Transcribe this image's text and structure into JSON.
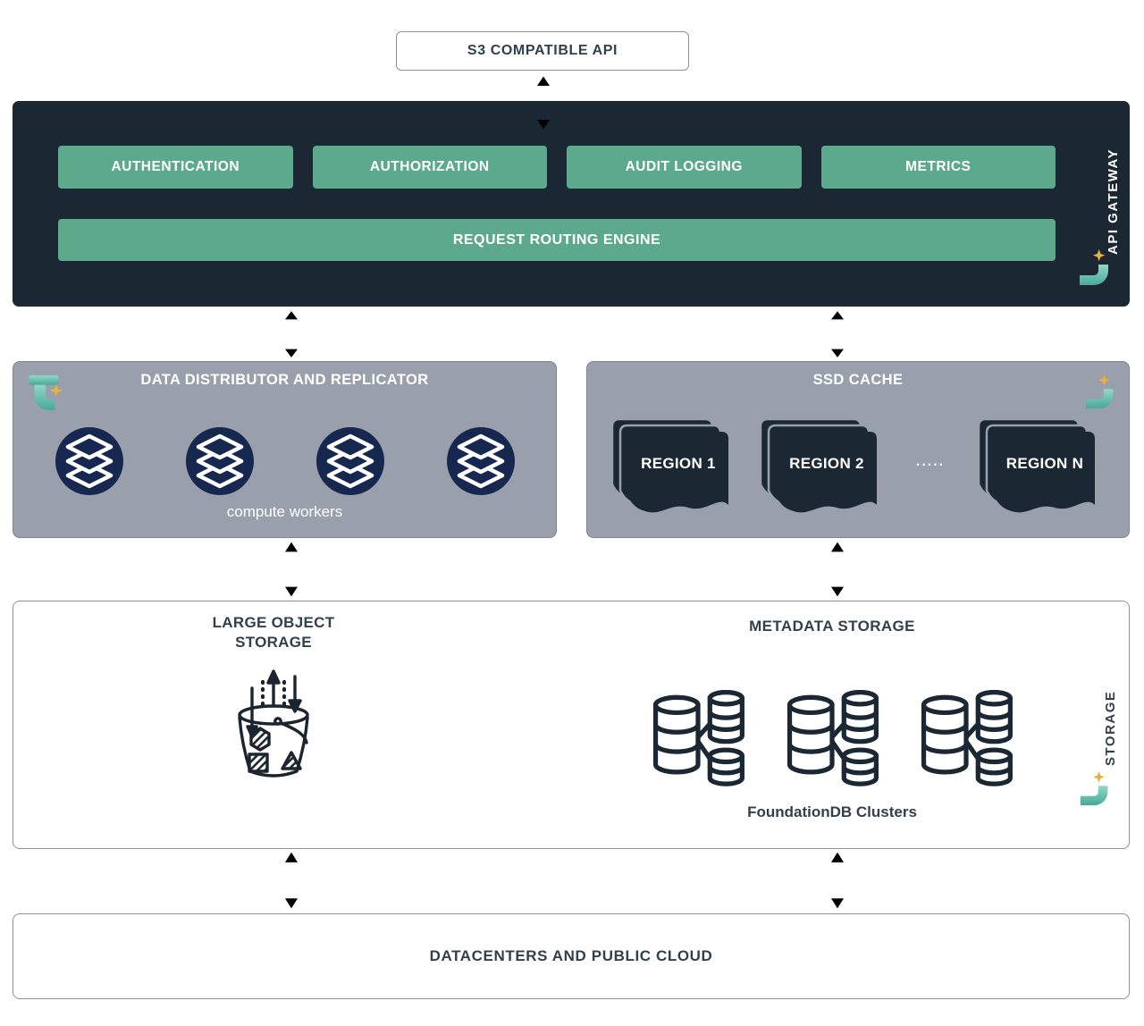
{
  "s3_api": {
    "label": "S3 COMPATIBLE API"
  },
  "gateway": {
    "label": "API GATEWAY",
    "services": [
      "AUTHENTICATION",
      "AUTHORIZATION",
      "AUDIT LOGGING",
      "METRICS"
    ],
    "routing_engine": "REQUEST ROUTING ENGINE"
  },
  "distributor": {
    "title": "DATA DISTRIBUTOR AND REPLICATOR",
    "caption": "compute workers"
  },
  "cache": {
    "title": "SSD CACHE",
    "regions": [
      "REGION 1",
      "REGION 2",
      "REGION N"
    ],
    "dots": "....."
  },
  "storage": {
    "label": "STORAGE",
    "large_object_title": "LARGE OBJECT STORAGE",
    "metadata_title": "METADATA STORAGE",
    "metadata_caption": "FoundationDB Clusters"
  },
  "datacenters": {
    "title": "DATACENTERS AND PUBLIC CLOUD"
  },
  "colors": {
    "dark": "#1b2834",
    "green": "#5ca98c",
    "gray_panel": "#9aa0ab",
    "gray_border": "#7e8591",
    "navy": "#16284f",
    "teal": "#6ec6b1",
    "gold": "#e9b13c",
    "text_dark": "#323f4d",
    "arrow": "#49535e",
    "box_border": "#8b919b"
  }
}
